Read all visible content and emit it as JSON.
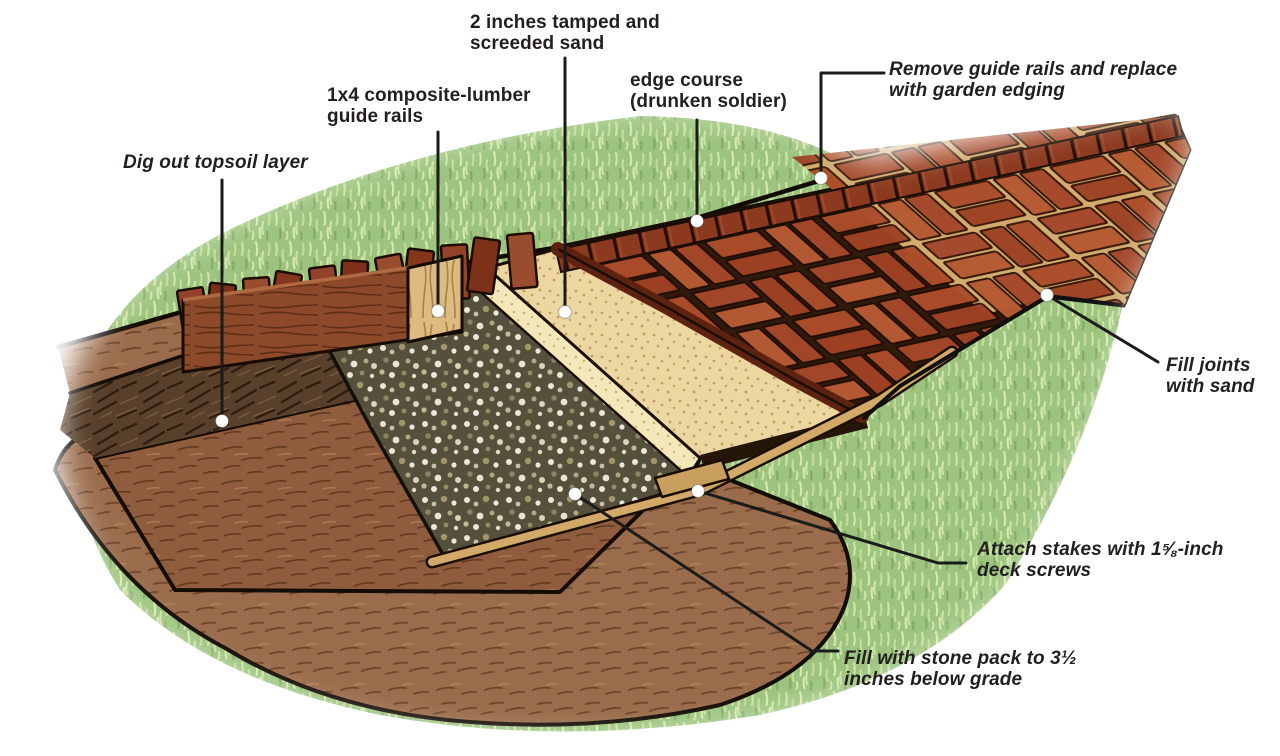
{
  "callouts": [
    {
      "id": "sand-bed",
      "text": "2 inches tamped and\nscreeded sand",
      "emphasis": "regular"
    },
    {
      "id": "guide-rails",
      "text": "1x4 composite-lumber\nguide rails",
      "emphasis": "regular"
    },
    {
      "id": "edge-course",
      "text": "edge course\n(drunken soldier)",
      "emphasis": "regular"
    },
    {
      "id": "remove-rails",
      "text": "Remove guide rails and replace\nwith garden edging",
      "emphasis": "italic"
    },
    {
      "id": "dig-topsoil",
      "text": "Dig out topsoil layer",
      "emphasis": "italic"
    },
    {
      "id": "fill-joints",
      "text": "Fill joints\nwith sand",
      "emphasis": "italic"
    },
    {
      "id": "attach-stakes",
      "text": "Attach stakes with 1⅝-inch\ndeck screws",
      "emphasis": "italic"
    },
    {
      "id": "stone-pack",
      "text": "Fill with stone pack to 3½\ninches below grade",
      "emphasis": "italic"
    }
  ],
  "palette": {
    "label_text": "#231f20",
    "leader_line": "#1b1b1b",
    "grass": "#9cc47e",
    "grass_blade_light": "#cde3a4",
    "topsoil_dark": "#58402a",
    "subsoil_light": "#8f5d3d",
    "berm_soil": "#9a6c4b",
    "gravel_base": "#54503c",
    "stone_light": "#ece7d6",
    "sand": "#ecd7a0",
    "sand_face": "#f4e7ba",
    "brick_top": "#a84b29",
    "brick_side": "#5e2310",
    "joint_dark": "#31190c",
    "joint_sand": "#d2ab6d",
    "wood_rail": "#d2a968",
    "wood_panel": "#dcba80",
    "outline_ink": "#1a0e06"
  }
}
